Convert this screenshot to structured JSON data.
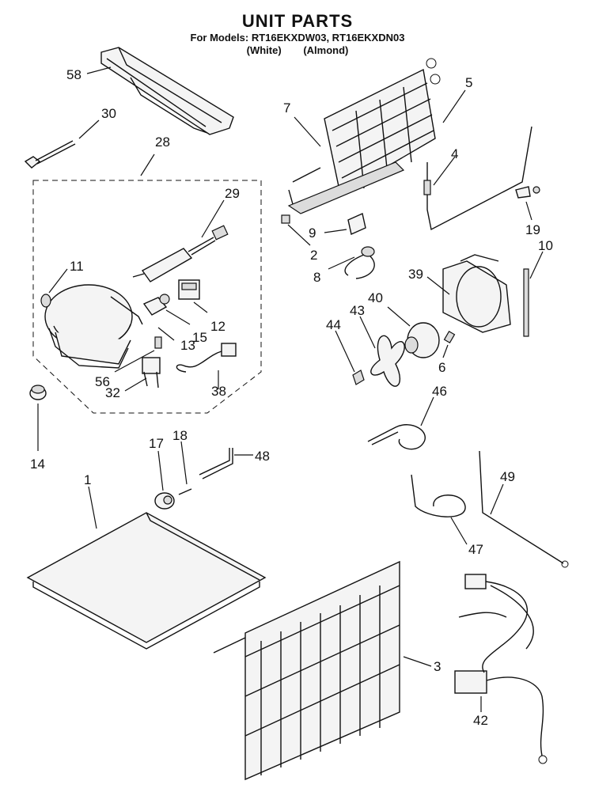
{
  "header": {
    "title": "UNIT PARTS",
    "models": "For Models: RT16EKXDW03, RT16EKXDN03",
    "color_white": "(White)",
    "color_almond": "(Almond)"
  },
  "callouts": {
    "c58": "58",
    "c30": "30",
    "c28": "28",
    "c29": "29",
    "c11": "11",
    "c15": "15",
    "c12": "12",
    "c13": "13",
    "c56": "56",
    "c32": "32",
    "c38": "38",
    "c14": "14",
    "c7": "7",
    "c5": "5",
    "c4": "4",
    "c9": "9",
    "c2": "2",
    "c19": "19",
    "c10": "10",
    "c8": "8",
    "c39": "39",
    "c40": "40",
    "c43": "43",
    "c44": "44",
    "c6": "6",
    "c46": "46",
    "c17": "17",
    "c18": "18",
    "c48": "48",
    "c1": "1",
    "c49": "49",
    "c47": "47",
    "c3": "3",
    "c42": "42"
  }
}
